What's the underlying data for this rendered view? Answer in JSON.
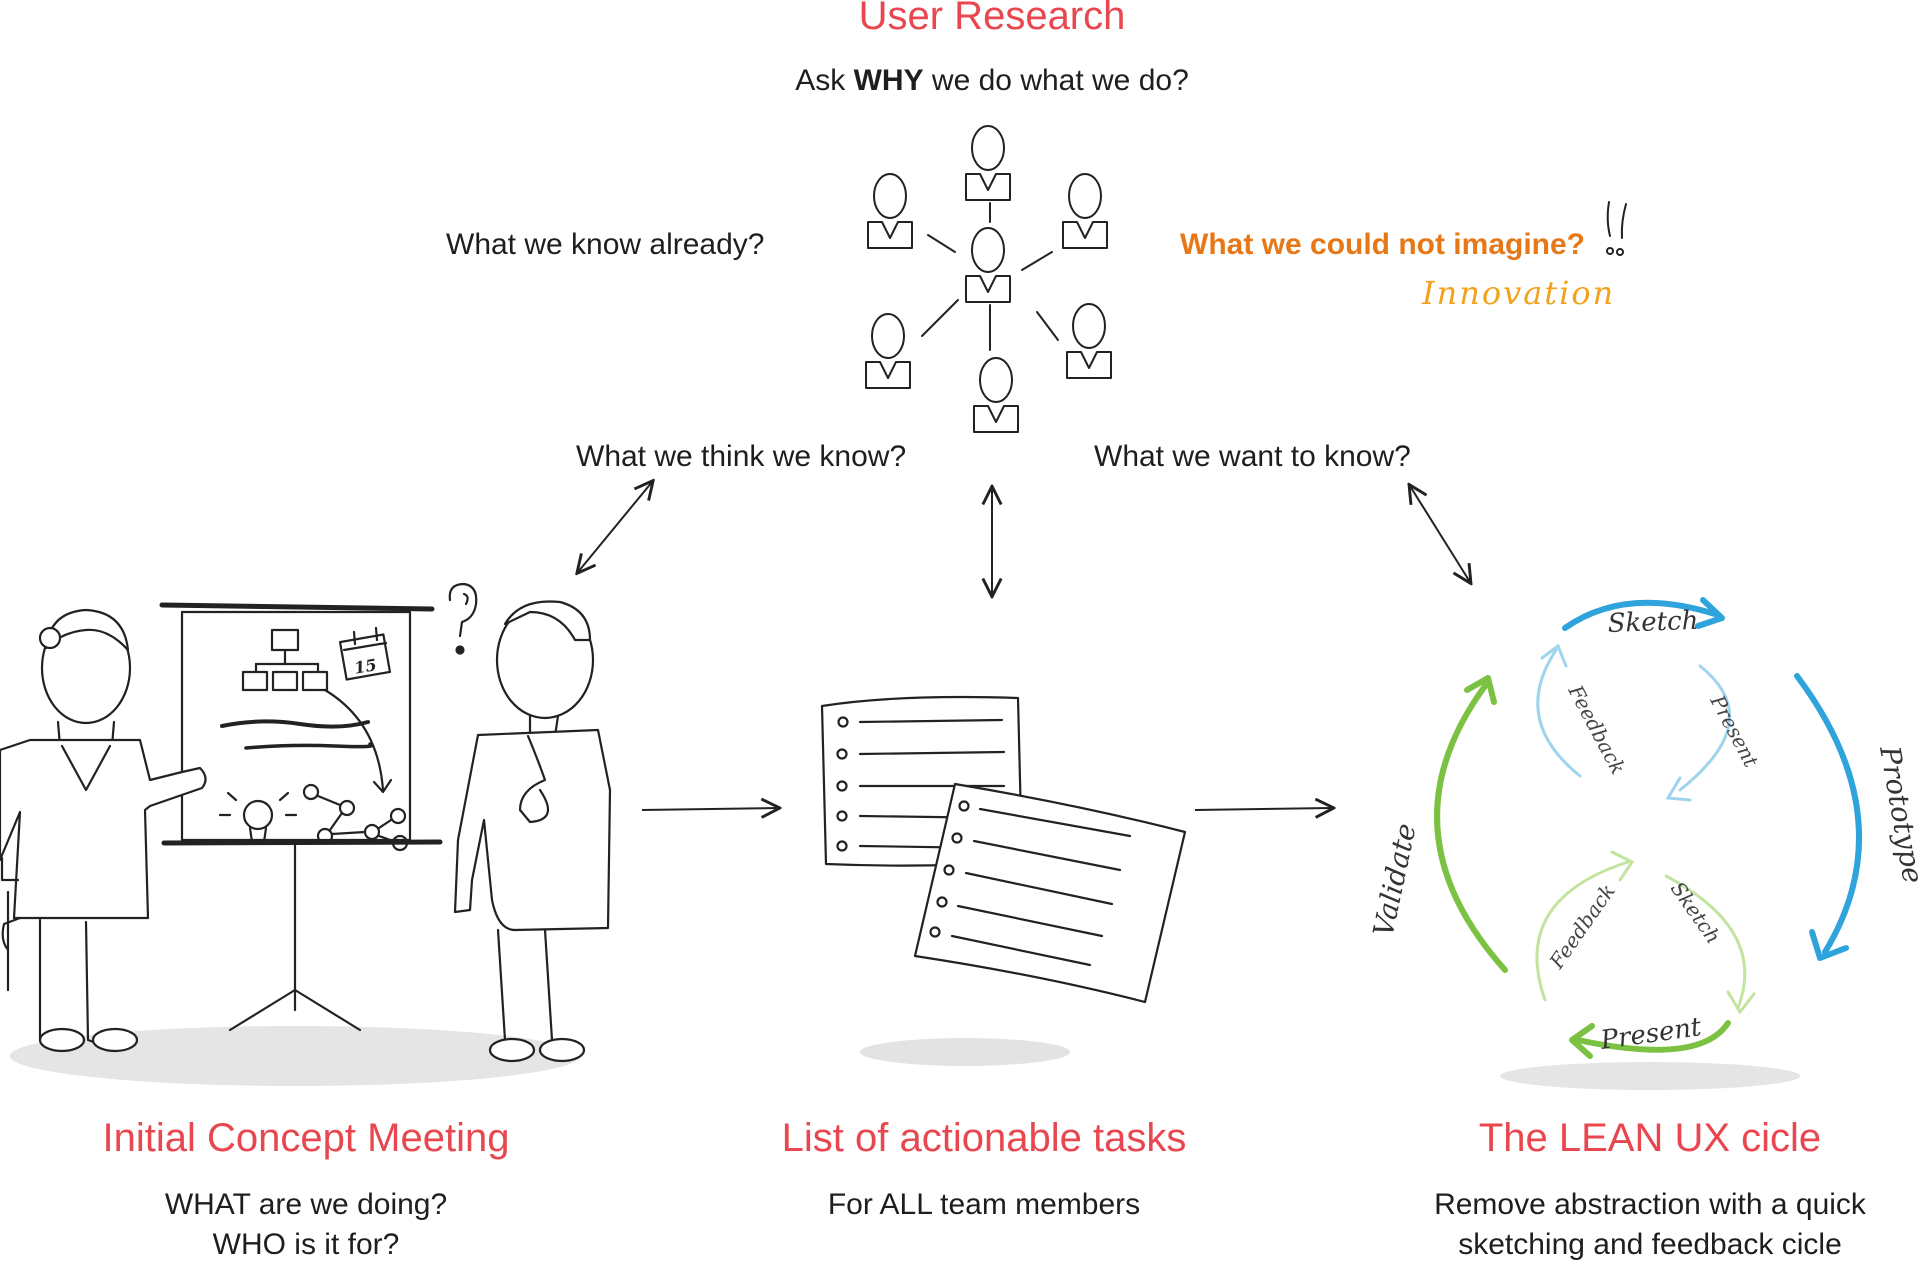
{
  "header": {
    "title": "User Research",
    "question_prefix": "Ask ",
    "question_bold": "WHY",
    "question_suffix": " we do what we do?"
  },
  "research_questions": {
    "know_already": "What we know already?",
    "could_not_imagine": "What we could not imagine?",
    "innovation": "Innovation",
    "think_we_know": "What we think we know?",
    "want_to_know": "What we want to know?"
  },
  "sections": [
    {
      "title": "Initial Concept Meeting",
      "lines": [
        "WHAT are we doing?",
        "WHO is it for?"
      ]
    },
    {
      "title": "List of actionable tasks",
      "lines": [
        "For ALL team members"
      ]
    },
    {
      "title": "The LEAN UX cicle",
      "lines": [
        "Remove abstraction with a quick",
        "sketching and feedback cicle"
      ]
    }
  ],
  "cycle": {
    "outer": {
      "sketch": "Sketch",
      "prototype": "Prototype",
      "validate": "Validate",
      "present": "Present"
    },
    "inner_top": {
      "present": "Present",
      "feedback": "Feedback"
    },
    "inner_bottom": {
      "sketch": "Sketch",
      "feedback": "Feedback"
    }
  },
  "flipchart": {
    "calendar_day": "15"
  },
  "colors": {
    "title_red": "#e8474f",
    "orange": "#e67817",
    "innovation": "#f2a21c",
    "blue": "#2ea3dc",
    "light_blue": "#9ed4ee",
    "green": "#7cc242",
    "light_green": "#c3e3a0"
  }
}
